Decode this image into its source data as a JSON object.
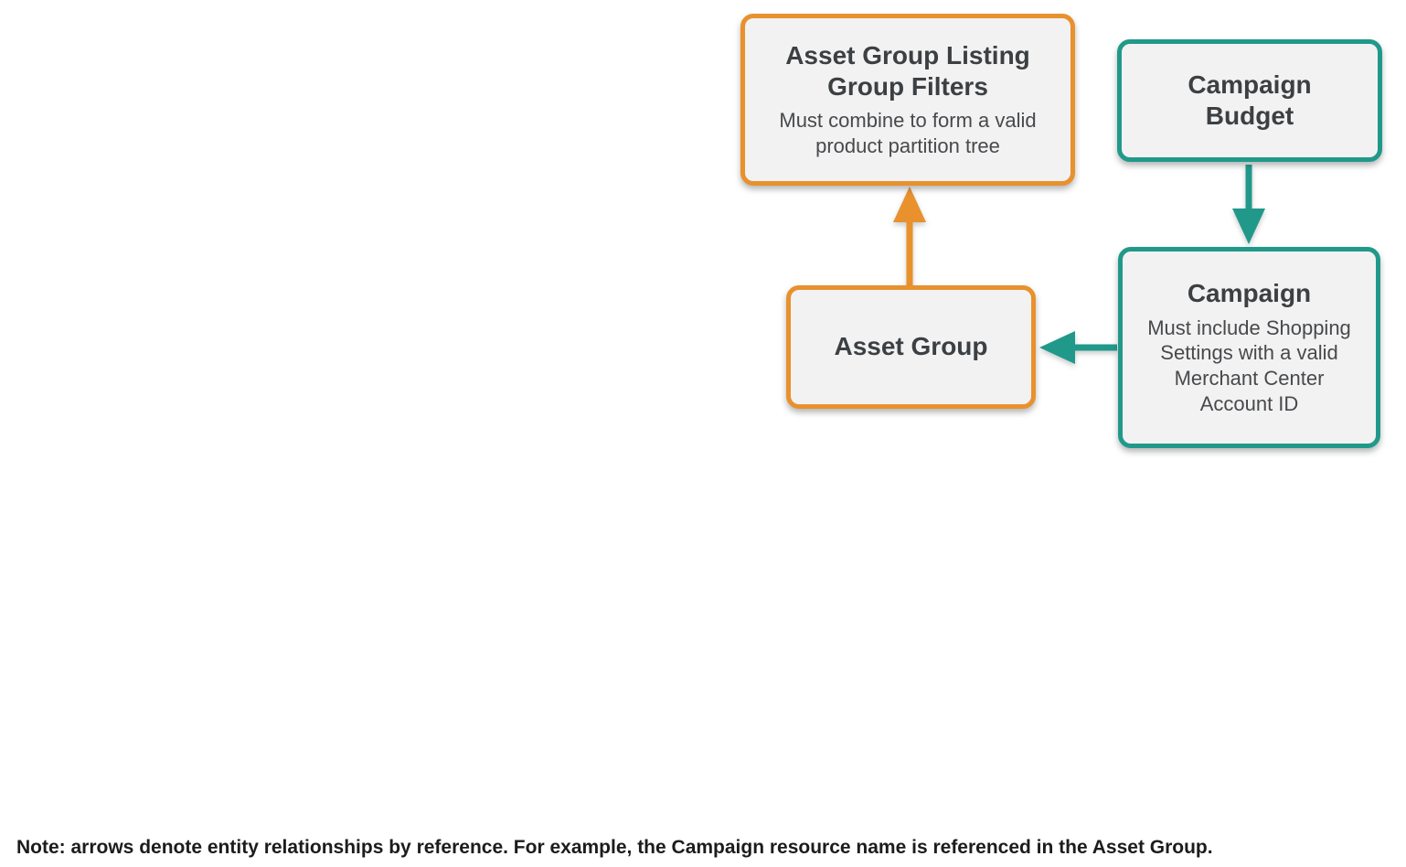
{
  "colors": {
    "orange": "#E8912D",
    "teal": "#21998A",
    "node_fill": "#F2F2F2",
    "title_text": "#3C4043",
    "subtitle_text": "#47494C"
  },
  "diagram": {
    "nodes": [
      {
        "id": "asset-group-listing-group-filters",
        "title": "Asset Group Listing Group Filters",
        "subtitle": "Must combine to form a valid product partition tree",
        "accent": "#E8912D"
      },
      {
        "id": "campaign-budget",
        "title": "Campaign Budget",
        "subtitle": "",
        "accent": "#21998A"
      },
      {
        "id": "campaign",
        "title": "Campaign",
        "subtitle": "Must include Shopping Settings with a valid Merchant Center Account ID",
        "accent": "#21998A"
      },
      {
        "id": "asset-group",
        "title": "Asset Group",
        "subtitle": "",
        "accent": "#E8912D"
      }
    ],
    "edges": [
      {
        "from": "asset-group",
        "to": "asset-group-listing-group-filters",
        "direction": "up",
        "color": "#E8912D"
      },
      {
        "from": "campaign-budget",
        "to": "campaign",
        "direction": "down",
        "color": "#21998A"
      },
      {
        "from": "campaign",
        "to": "asset-group",
        "direction": "left",
        "color": "#21998A"
      }
    ]
  },
  "note": "Note: arrows denote entity relationships by reference. For example, the Campaign resource name is referenced in the Asset Group."
}
